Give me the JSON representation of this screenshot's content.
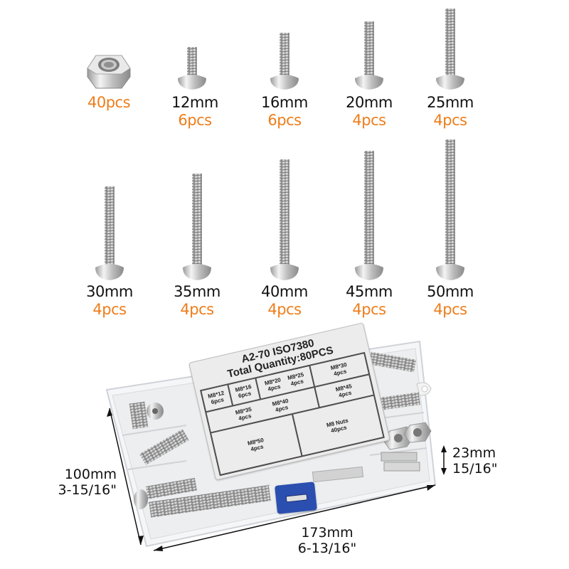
{
  "top_row": [
    {
      "type": "nut",
      "size": "",
      "qty": "40pcs"
    },
    {
      "type": "screw",
      "size": "12mm",
      "qty": "6pcs"
    },
    {
      "type": "screw",
      "size": "16mm",
      "qty": "6pcs"
    },
    {
      "type": "screw",
      "size": "20mm",
      "qty": "4pcs"
    },
    {
      "type": "screw",
      "size": "25mm",
      "qty": "4pcs"
    }
  ],
  "bottom_row": [
    {
      "type": "screw",
      "size": "30mm",
      "qty": "4pcs"
    },
    {
      "type": "screw",
      "size": "35mm",
      "qty": "4pcs"
    },
    {
      "type": "screw",
      "size": "40mm",
      "qty": "4pcs"
    },
    {
      "type": "screw",
      "size": "45mm",
      "qty": "4pcs"
    },
    {
      "type": "screw",
      "size": "50mm",
      "qty": "4pcs"
    }
  ],
  "box_label": {
    "title": "A2-70 ISO7380",
    "subtitle": "Total Quantity:80PCS",
    "cells": [
      {
        "spec": "M8*12",
        "qty": "6pcs"
      },
      {
        "spec": "M8*16",
        "qty": "6pcs"
      },
      {
        "spec": "M8*20",
        "qty": "4pcs"
      },
      {
        "spec": "M8*25",
        "qty": "4pcs"
      },
      {
        "spec": "M8*30",
        "qty": "4pcs"
      },
      {
        "spec": "M8*35",
        "qty": "4pcs"
      },
      {
        "spec": "M8*40",
        "qty": "4pcs"
      },
      {
        "spec": "M8*45",
        "qty": "4pcs"
      },
      {
        "spec": "M8*50",
        "qty": "4pcs"
      },
      {
        "spec": "M8 Nuts",
        "qty": "40pcs"
      }
    ]
  },
  "dimensions": {
    "height": {
      "mm": "100mm",
      "inch": "3-15/16\""
    },
    "width": {
      "mm": "173mm",
      "inch": "6-13/16\""
    },
    "depth": {
      "mm": "23mm",
      "inch": "15/16\""
    }
  },
  "colors": {
    "qty_orange": "#ee7d1a",
    "size_text": "#111111",
    "latch_blue": "#2b4fb0",
    "steel": "#c8c8c8"
  }
}
